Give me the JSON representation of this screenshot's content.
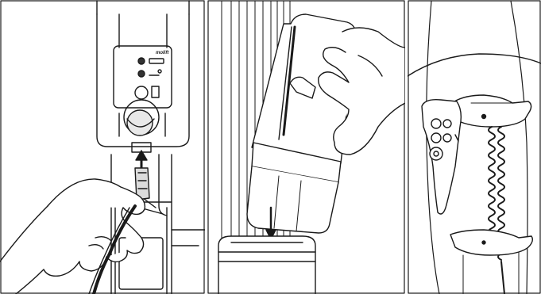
{
  "figure": {
    "panels": [
      {
        "id": "panel-1",
        "brand_label": "molift"
      },
      {
        "id": "panel-2"
      },
      {
        "id": "panel-3"
      }
    ]
  },
  "colors": {
    "ink": "#1a1a1a",
    "background": "#ffffff",
    "shade": "#cfcfcf"
  }
}
